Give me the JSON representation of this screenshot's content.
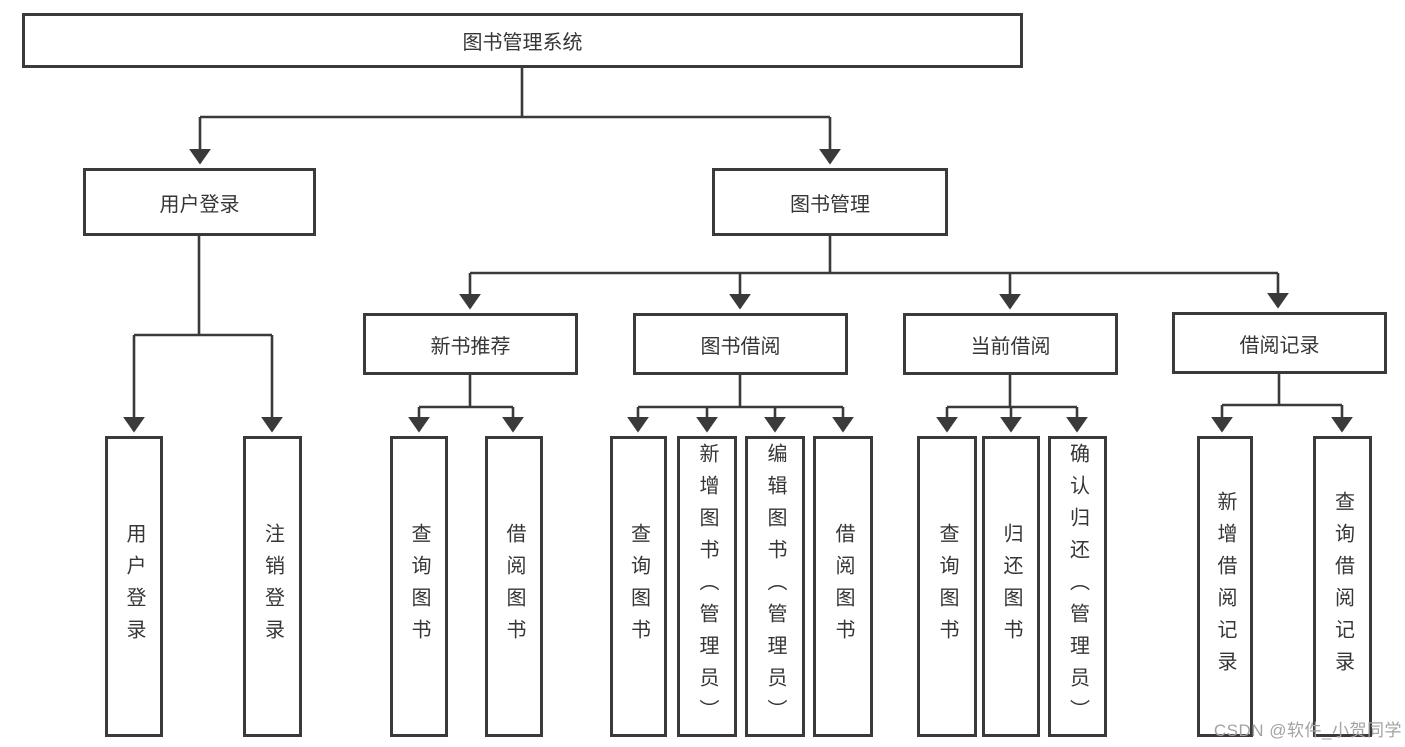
{
  "tree": {
    "root": {
      "label": "图书管理系统"
    },
    "children": [
      {
        "label": "用户登录",
        "children": [
          {
            "label": "用户登录"
          },
          {
            "label": "注销登录"
          }
        ]
      },
      {
        "label": "图书管理",
        "children": [
          {
            "label": "新书推荐",
            "children": [
              {
                "label": "查询图书"
              },
              {
                "label": "借阅图书"
              }
            ]
          },
          {
            "label": "图书借阅",
            "children": [
              {
                "label": "查询图书"
              },
              {
                "label": "新增图书（管理员）"
              },
              {
                "label": "编辑图书（管理员）"
              },
              {
                "label": "借阅图书"
              }
            ]
          },
          {
            "label": "当前借阅",
            "children": [
              {
                "label": "查询图书"
              },
              {
                "label": "归还图书"
              },
              {
                "label": "确认归还（管理员）"
              }
            ]
          },
          {
            "label": "借阅记录",
            "children": [
              {
                "label": "新增借阅记录"
              },
              {
                "label": "查询借阅记录"
              }
            ]
          }
        ]
      }
    ]
  },
  "watermark": {
    "text": "CSDN @软件_小贺同学"
  },
  "colors": {
    "line": "#3a3a3a",
    "text": "#363636",
    "watermark": "#a3a3a3",
    "background": "#ffffff"
  }
}
